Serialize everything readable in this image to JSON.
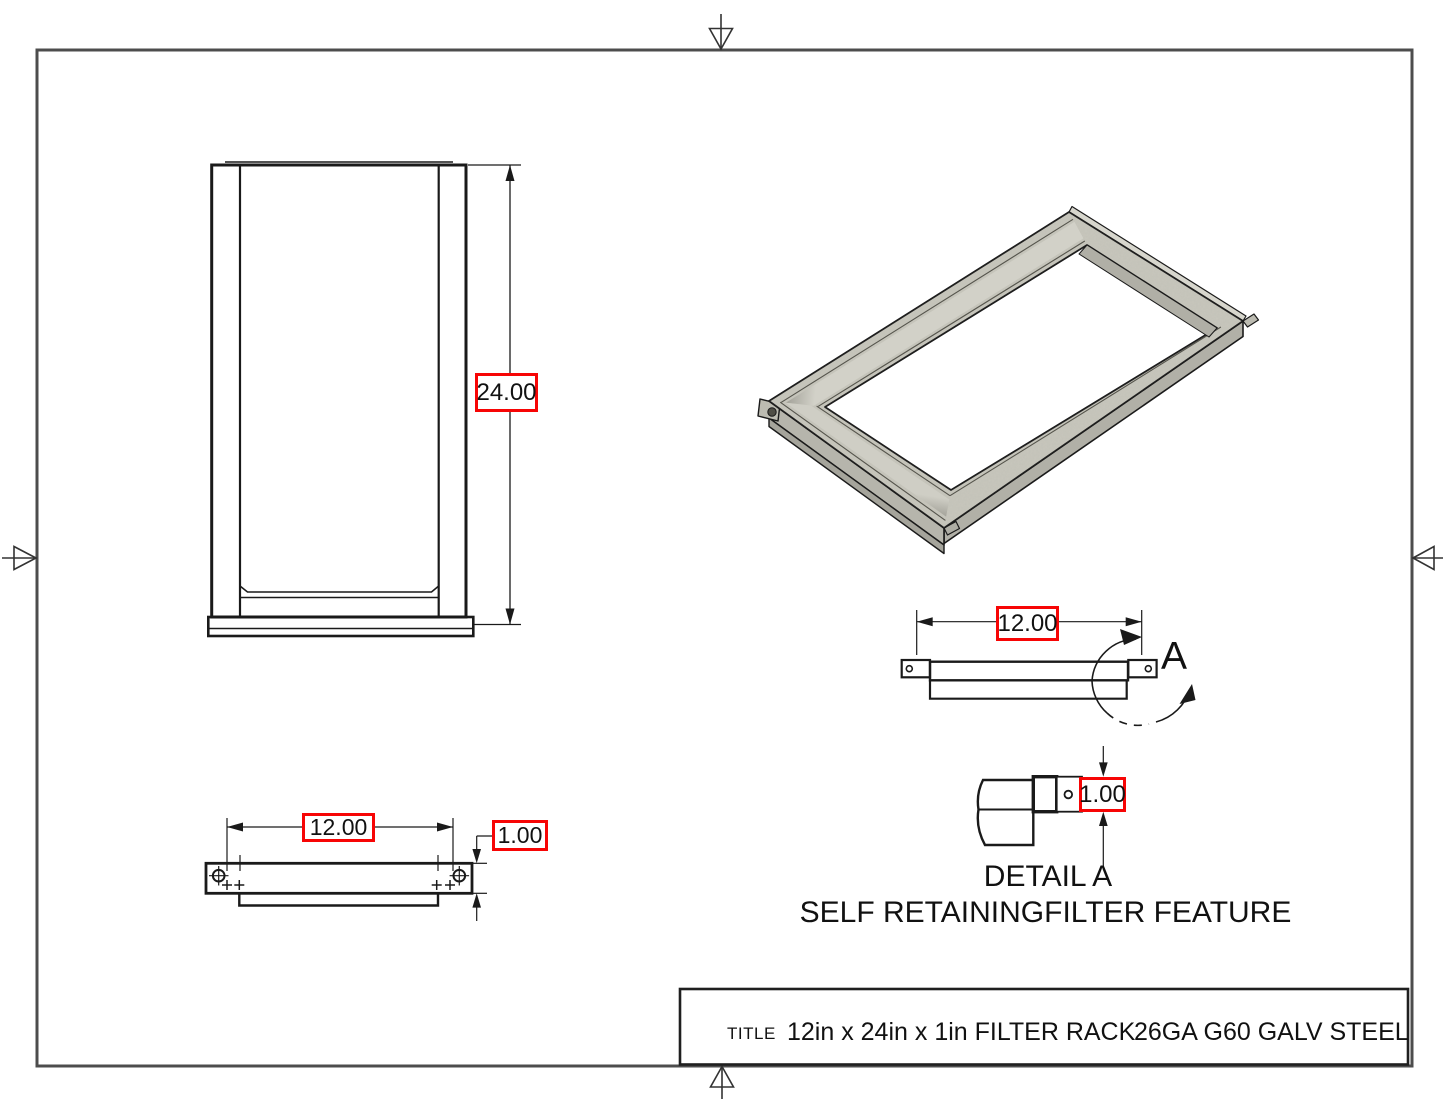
{
  "dims": {
    "front_height": "24.00",
    "bottom_view_width": "12.00",
    "bottom_view_depth": "1.00",
    "side_view_width": "12.00",
    "detail_depth": "1.00"
  },
  "detail": {
    "callout_letter": "A",
    "title": "DETAIL A",
    "subtitle": "SELF RETAININGFILTER FEATURE"
  },
  "title_block": {
    "label": "TITLE",
    "title": "12in x 24in x 1in FILTER RACK",
    "material": "26GA G60 GALV STEEL"
  },
  "colors": {
    "dimension_box_border": "#f70505",
    "line": "#1a1a1a",
    "sheet_border": "#4d4d4d",
    "metal_fill": "#c8c7bd"
  }
}
